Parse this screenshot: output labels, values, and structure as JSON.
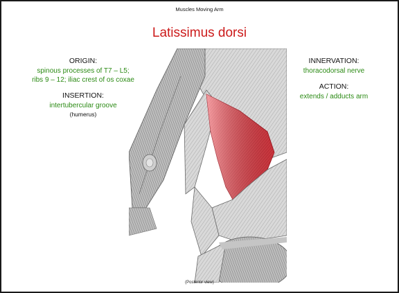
{
  "header": "Muscles Moving Arm",
  "title": "Latissimus dorsi",
  "origin": {
    "heading": "ORIGIN:",
    "lines": [
      "spinous processes of T7 – L5;",
      "ribs 9 – 12; iliac crest of os coxae"
    ]
  },
  "insertion": {
    "heading": "INSERTION:",
    "value": "intertubercular groove",
    "note": "(humerus)"
  },
  "innervation": {
    "heading": "INNERVATION:",
    "value": "thoracodorsal nerve"
  },
  "action": {
    "heading": "ACTION:",
    "value": "extends / adducts arm"
  },
  "caption": "(Posterior view)",
  "colors": {
    "title": "#cc1a1a",
    "detail_text": "#2b8a14",
    "highlight_muscle": "#e8323c"
  },
  "illustration": {
    "subject": "latissimus-dorsi-posterior-view",
    "highlighted": "latissimus dorsi"
  }
}
